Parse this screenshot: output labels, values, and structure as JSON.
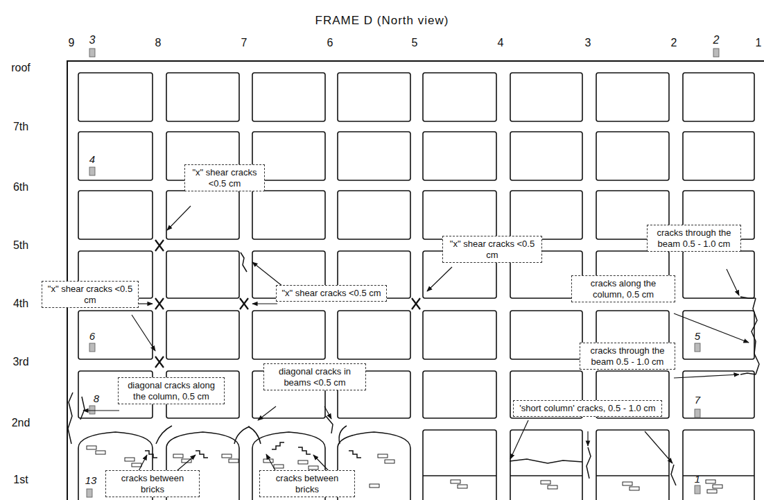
{
  "diagram": {
    "title": "FRAME D (North view)",
    "nodes": [
      {
        "text": [
          "\"x\" shear cracks <0.5 cm"
        ]
      },
      {
        "text": [
          "\"x\" shear cracks <0.5 cm"
        ]
      },
      {
        "text": [
          "cracks through the beam 0.5 - 1.0 cm"
        ]
      },
      {
        "text": [
          "\"x\" shear cracks <0.5 cm"
        ]
      },
      {
        "text": [
          "\"x\" shear cracks <0.5 cm"
        ]
      },
      {
        "text": [
          "cracks along the column, 0.5 cm"
        ]
      },
      {
        "text": [
          "cracks through the beam 0.5 - 1.0 cm"
        ]
      },
      {
        "text": [
          "diagonal cracks along the column, 0.5 cm"
        ]
      },
      {
        "text": [
          "diagonal cracks in beams <0.5 cm"
        ]
      },
      {
        "text": [
          "'short column' cracks, 0.5 - 1.0 cm"
        ]
      },
      {
        "text": [
          "cracks between bricks"
        ]
      },
      {
        "text": [
          "cracks between bricks"
        ]
      }
    ],
    "labels": [
      "9",
      "8",
      "7",
      "6",
      "5",
      "4",
      "3",
      "2",
      "1",
      "3",
      "2",
      "roof",
      "7th",
      "6th",
      "5th",
      "4th",
      "3rd",
      "2nd",
      "1st",
      "4",
      "6",
      "5",
      "8",
      "7",
      "13",
      "1"
    ]
  }
}
